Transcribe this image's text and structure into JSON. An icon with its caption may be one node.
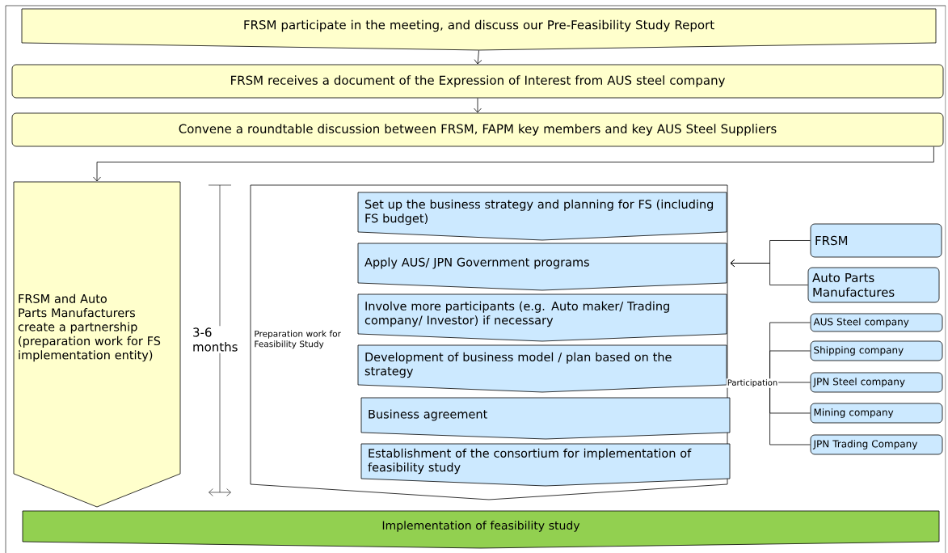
{
  "diagram": {
    "nodes": [
      {
        "text": [
          "FRSM participate in the meeting, and discuss our Pre-Feasibility Study Report"
        ]
      },
      {
        "text": [
          "FRSM receives a document of the Expression of Interest from AUS steel company"
        ]
      },
      {
        "text": [
          "Convene a roundtable discussion between FRSM, FAPM key members and key AUS Steel Suppliers"
        ]
      },
      {
        "text": [
          "FRSM and Auto Parts Manufacturers create a partnership (preparation work for FS implementation entity)"
        ]
      },
      {
        "text": [
          "Preparation work for Feasibility Study"
        ]
      },
      {
        "text": [
          "Set up the business strategy and planning for FS (including FS budget)"
        ],
        "in": 4
      },
      {
        "text": [
          "Apply AUS/ JPN Government programs"
        ],
        "in": 4
      },
      {
        "text": [
          "Involve more participants (e.g. Auto maker/ Trading company/ Investor) if necessary"
        ],
        "in": 4
      },
      {
        "text": [
          "Development of business model / plan based on the strategy"
        ],
        "in": 4
      },
      {
        "text": [
          "Business agreement"
        ],
        "in": 4
      },
      {
        "text": [
          "Establishment of the consortium for implementation of feasibility study"
        ],
        "in": 4
      },
      {
        "text": [
          "FRSM"
        ]
      },
      {
        "text": [
          "Auto Parts Manufactures"
        ]
      },
      {
        "text": [
          "AUS Steel company"
        ]
      },
      {
        "text": [
          "Shipping company"
        ]
      },
      {
        "text": [
          "JPN Steel company"
        ]
      },
      {
        "text": [
          "Mining company"
        ]
      },
      {
        "text": [
          "JPN Trading Company"
        ]
      },
      {
        "text": [
          "Implementation of feasibility study"
        ]
      }
    ],
    "edges": [
      {
        "from": 0,
        "to": 1,
        "arrow": "to"
      },
      {
        "from": 1,
        "to": 2,
        "arrow": "to"
      },
      {
        "from": 2,
        "to": 3,
        "arrow": "to"
      },
      {
        "from": 11,
        "to": 6,
        "arrow": "to"
      },
      {
        "from": 12,
        "to": 6,
        "arrow": "to"
      },
      {
        "from": 13,
        "to": 8,
        "arrow": "to"
      },
      {
        "from": 14,
        "to": 8,
        "arrow": "to"
      },
      {
        "from": 15,
        "to": 8,
        "arrow": "to",
        "label": "Participation"
      },
      {
        "from": 16,
        "to": 8,
        "arrow": "to"
      },
      {
        "from": 17,
        "to": 8,
        "arrow": "to"
      }
    ],
    "labels": [
      "3-6 months"
    ]
  }
}
